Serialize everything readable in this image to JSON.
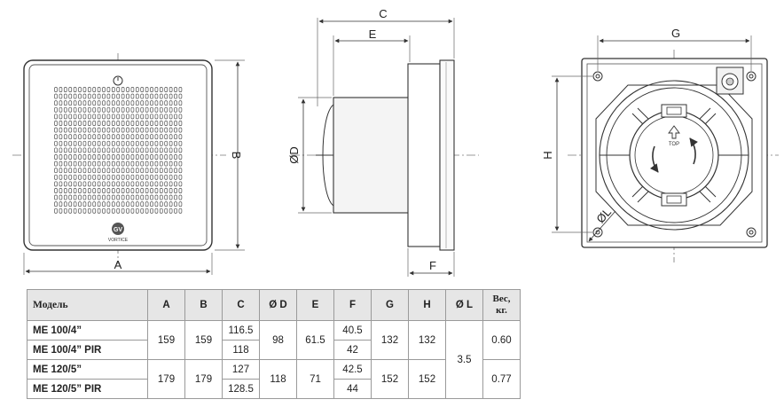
{
  "dimension_labels": {
    "A": "A",
    "B": "B",
    "C": "C",
    "D": "ØD",
    "E": "E",
    "F": "F",
    "G": "G",
    "H": "H",
    "L": "ØL"
  },
  "front_view": {
    "logo_text": "VORTICE"
  },
  "rear_view": {
    "top_marking": "TOP"
  },
  "table": {
    "headers": {
      "model": "Модель",
      "A": "A",
      "B": "B",
      "C": "C",
      "D": "Ø D",
      "E": "E",
      "F": "F",
      "G": "G",
      "H": "H",
      "L": "Ø L",
      "weight_line1": "Вес,",
      "weight_line2": "кг."
    },
    "rows": [
      {
        "model": "ME 100/4”",
        "A": "159",
        "B": "159",
        "C": "116.5",
        "D": "98",
        "E": "61.5",
        "F": "40.5",
        "G": "132",
        "H": "132",
        "L": "3.5",
        "weight": "0.60"
      },
      {
        "model": "ME 100/4” PIR",
        "C": "118",
        "F": "42"
      },
      {
        "model": "ME 120/5”",
        "A": "179",
        "B": "179",
        "C": "127",
        "D": "118",
        "E": "71",
        "F": "42.5",
        "G": "152",
        "H": "152",
        "weight": "0.77"
      },
      {
        "model": "ME 120/5” PIR",
        "C": "128.5",
        "F": "44"
      }
    ]
  }
}
